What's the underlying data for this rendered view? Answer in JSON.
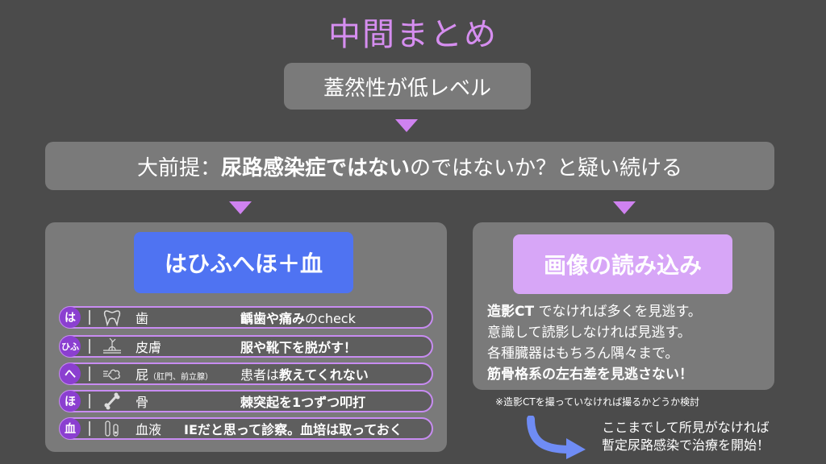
{
  "title": "中間まとめ",
  "certainty": "蓋然性が低レベル",
  "premise": {
    "prefix": "大前提：",
    "bold": "尿路感染症ではない",
    "suffix": " のではないか？と疑い続ける"
  },
  "left": {
    "header": "はひふへほ＋血",
    "rows": [
      {
        "badge": "は",
        "icon": "tooth-icon",
        "organ": "歯",
        "organ_note": "",
        "desc_bold": "齲歯や痛み",
        "desc_thin": "のcheck"
      },
      {
        "badge": "ひふ",
        "icon": "skin-icon",
        "organ": "皮膚",
        "organ_note": "",
        "desc_bold": "服や靴下を脱がす！",
        "desc_thin": ""
      },
      {
        "badge": "へ",
        "icon": "gas-icon",
        "organ": "屁",
        "organ_note": "（肛門、前立腺）",
        "desc_thin": "患者は",
        "desc_bold": "教えてくれない"
      },
      {
        "badge": "ほ",
        "icon": "bone-icon",
        "organ": "骨",
        "organ_note": "",
        "desc_bold": "棘突起を1つずつ叩打",
        "desc_thin": ""
      },
      {
        "badge": "血",
        "icon": "blood-tube-icon",
        "organ": "血液",
        "organ_note": "",
        "desc_bold": "IEだと思って診察。血培は取っておく",
        "desc_thin": ""
      }
    ]
  },
  "right": {
    "header": "画像の読み込み",
    "lines": [
      {
        "bold": "造影CT",
        "thin": " でなければ多くを見逃す。"
      },
      {
        "bold": "",
        "thin": "意識して読影しなければ見逃す。"
      },
      {
        "bold": "",
        "thin": "各種臓器はもちろん隅々まで。"
      },
      {
        "bold": "筋骨格系の左右差を見逃さない！",
        "thin": ""
      }
    ],
    "note": "※造影CTを撮っていなければ撮るかどうか検討"
  },
  "final": {
    "line1": "ここまでして所見がなければ",
    "line2": "暫定尿路感染で治療を開始！"
  },
  "colors": {
    "background": "#4b4b4b",
    "title": "#d68ef0",
    "box": "#7a7a7a",
    "arrow": "#cf82f0",
    "blue_header": "#4f73f2",
    "purple_header": "#d7a6f7",
    "badge": "#8b3fd0",
    "curve_arrow": "#6f8cf5"
  }
}
